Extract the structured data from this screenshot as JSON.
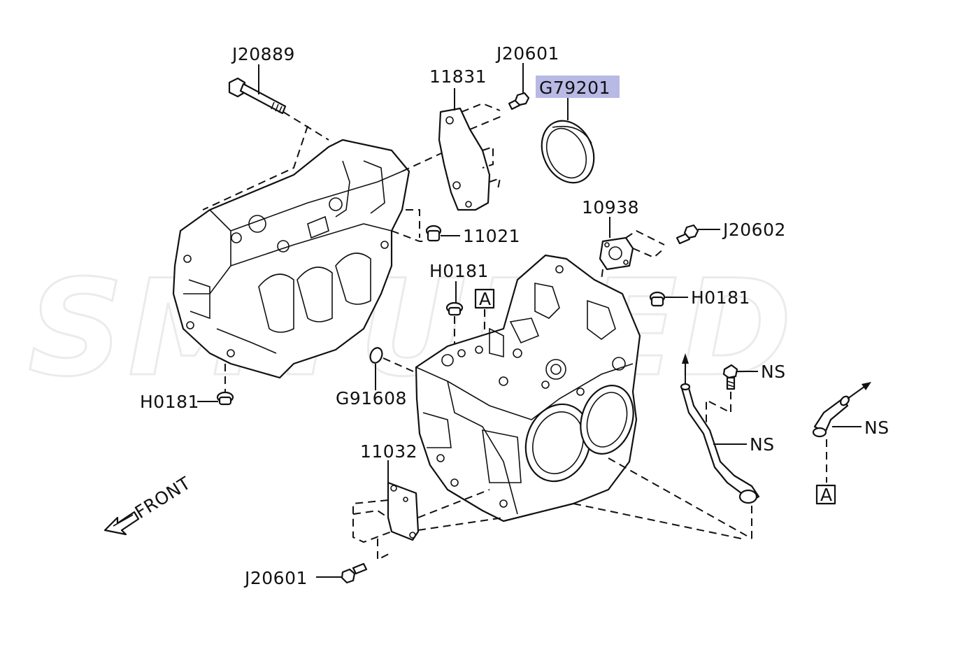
{
  "watermark": "SMTUNED",
  "labels": {
    "j20889": "J20889",
    "j20601_top": "J20601",
    "g79201": "G79201",
    "p11831": "11831",
    "p11021": "11021",
    "p10938": "10938",
    "j20602": "J20602",
    "h0181_center": "H0181",
    "h0181_right": "H0181",
    "h0181_left": "H0181",
    "g91608": "G91608",
    "p11032": "11032",
    "j20601_bottom": "J20601",
    "ns_bolt": "NS",
    "ns_tube": "NS",
    "ns_pipe": "NS",
    "front": "FRONT",
    "ref_a_center": "A",
    "ref_a_right": "A"
  },
  "colors": {
    "highlight": "#b9b9e6",
    "line": "#111111",
    "watermark": "#ebebeb"
  }
}
